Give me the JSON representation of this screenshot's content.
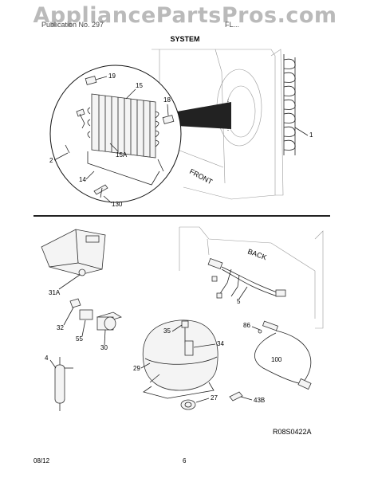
{
  "header": {
    "watermark": "AppliancePartsPros.com",
    "left_text": "Publication No. 297",
    "right_text": "FL...",
    "section_title": "SYSTEM"
  },
  "callouts": {
    "upper": [
      "19",
      "15",
      "18",
      "1",
      "2",
      "15A",
      "14",
      "130"
    ],
    "lower": [
      "31A",
      "5",
      "32",
      "55",
      "30",
      "35",
      "86",
      "34",
      "4",
      "29",
      "100",
      "27",
      "43B"
    ]
  },
  "labels": {
    "front": "FRONT",
    "back": "BACK"
  },
  "doc_number": "R08S0422A",
  "footer": {
    "date": "08/12",
    "page": "6"
  }
}
